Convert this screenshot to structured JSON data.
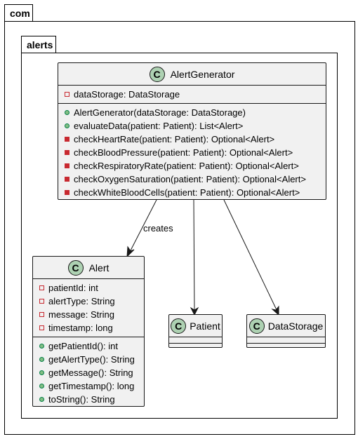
{
  "packages": {
    "outer": {
      "name": "com"
    },
    "inner": {
      "name": "alerts"
    }
  },
  "classes": {
    "alert_generator": {
      "name": "AlertGenerator",
      "stereotype_letter": "C",
      "fields": [
        {
          "visibility": "private",
          "text": "dataStorage: DataStorage"
        }
      ],
      "methods": [
        {
          "visibility": "public",
          "text": "AlertGenerator(dataStorage: DataStorage)"
        },
        {
          "visibility": "public",
          "text": "evaluateData(patient: Patient): List<Alert>"
        },
        {
          "visibility": "private",
          "text": "checkHeartRate(patient: Patient): Optional<Alert>"
        },
        {
          "visibility": "private",
          "text": "checkBloodPressure(patient: Patient): Optional<Alert>"
        },
        {
          "visibility": "private",
          "text": "checkRespiratoryRate(patient: Patient): Optional<Alert>"
        },
        {
          "visibility": "private",
          "text": "checkOxygenSaturation(patient: Patient): Optional<Alert>"
        },
        {
          "visibility": "private",
          "text": "checkWhiteBloodCells(patient: Patient): Optional<Alert>"
        }
      ]
    },
    "alert": {
      "name": "Alert",
      "stereotype_letter": "C",
      "fields": [
        {
          "visibility": "private",
          "text": "patientId: int"
        },
        {
          "visibility": "private",
          "text": "alertType: String"
        },
        {
          "visibility": "private",
          "text": "message: String"
        },
        {
          "visibility": "private",
          "text": "timestamp: long"
        }
      ],
      "methods": [
        {
          "visibility": "public",
          "text": "getPatientId(): int"
        },
        {
          "visibility": "public",
          "text": "getAlertType(): String"
        },
        {
          "visibility": "public",
          "text": "getMessage(): String"
        },
        {
          "visibility": "public",
          "text": "getTimestamp(): long"
        },
        {
          "visibility": "public",
          "text": "toString(): String"
        }
      ]
    },
    "patient": {
      "name": "Patient",
      "stereotype_letter": "C"
    },
    "data_storage": {
      "name": "DataStorage",
      "stereotype_letter": "C"
    }
  },
  "relations": [
    {
      "from": "AlertGenerator",
      "to": "Alert",
      "label": "creates"
    },
    {
      "from": "AlertGenerator",
      "to": "Patient",
      "label": ""
    },
    {
      "from": "AlertGenerator",
      "to": "DataStorage",
      "label": ""
    }
  ],
  "colors": {
    "class_fill": "#f1f1f1",
    "class_icon": "#add1b2",
    "private_marker": "#c82930",
    "public_marker": "#84be84"
  }
}
